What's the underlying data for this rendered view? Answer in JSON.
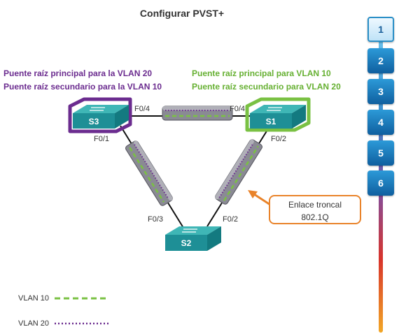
{
  "title": "Configurar PVST+",
  "s3_info": {
    "line1": "Puente raíz principal para la VLAN 20",
    "line2": "Puente raíz secundario para la VLAN 10",
    "color": "#6b2c8f"
  },
  "s1_info": {
    "line1": "Puente raíz principal para VLAN 10",
    "line2": "Puente raíz secundario para VLAN 20",
    "color": "#66b032"
  },
  "switches": {
    "s1": "S1",
    "s2": "S2",
    "s3": "S3"
  },
  "ports": {
    "s3_f04": "F0/4",
    "s1_f04": "F0/4",
    "s3_f01": "F0/1",
    "s1_f02": "F0/2",
    "s2_f03": "F0/3",
    "s2_f02": "F0/2"
  },
  "callout": {
    "line1": "Enlace troncal",
    "line2": "802.1Q"
  },
  "legend": {
    "vlan10": "VLAN 10",
    "vlan20": "VLAN 20"
  },
  "nav": {
    "buttons": [
      "1",
      "2",
      "3",
      "4",
      "5",
      "6"
    ],
    "active": "1"
  },
  "colors": {
    "vlan10": "#7ac143",
    "vlan20": "#6b2c8f",
    "switch": "#1e8f96",
    "trunk": "#8a8a94",
    "callout_border": "#e9832a"
  }
}
